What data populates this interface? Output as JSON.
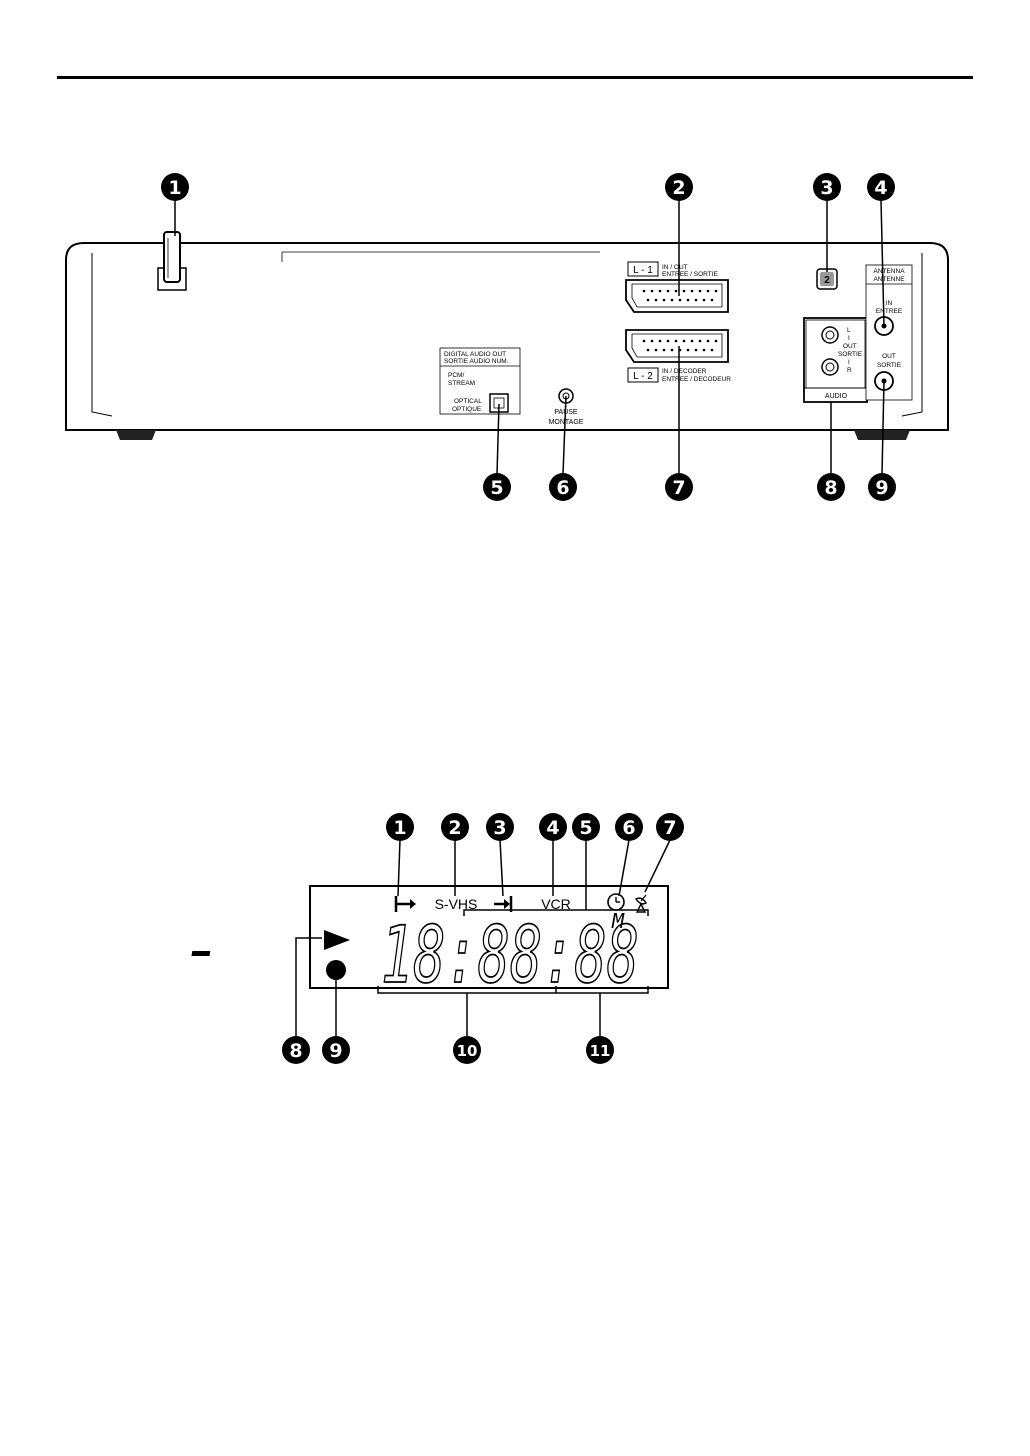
{
  "rear_panel": {
    "callouts": [
      "1",
      "2",
      "3",
      "4",
      "5",
      "6",
      "7",
      "8",
      "9"
    ],
    "l1_badge": "L - 1",
    "l1_text": [
      "IN / OUT",
      "ENTREE / SORTIE"
    ],
    "l2_badge": "L - 2",
    "l2_text": [
      "IN / DECODER",
      "ENTREE / DECODEUR"
    ],
    "digital_audio": [
      "DIGITAL AUDIO OUT",
      "SORTIE AUDIO NUM."
    ],
    "pcm_stream": [
      "PCM/",
      "STREAM"
    ],
    "optical": [
      "OPTICAL",
      "OPTIQUE"
    ],
    "pause": [
      "PAUSE",
      "MONTAGE"
    ],
    "audio_label": "AUDIO",
    "audio_l": [
      "L",
      "I"
    ],
    "audio_out": [
      "OUT",
      "SORTIE"
    ],
    "audio_r": [
      "I",
      "R"
    ],
    "antenna": [
      "ANTENNA",
      "ANTENNE"
    ],
    "antenna_in": [
      "IN",
      "ENTREE"
    ],
    "antenna_out": [
      "OUT",
      "SORTIE"
    ],
    "ch_button": "2"
  },
  "display_panel": {
    "callouts": [
      "1",
      "2",
      "3",
      "4",
      "5",
      "6",
      "7",
      "8",
      "9",
      "10",
      "11"
    ],
    "svhs": "S-VHS",
    "vcr": "VCR",
    "digits": "18:88:88",
    "m_char": "M"
  }
}
